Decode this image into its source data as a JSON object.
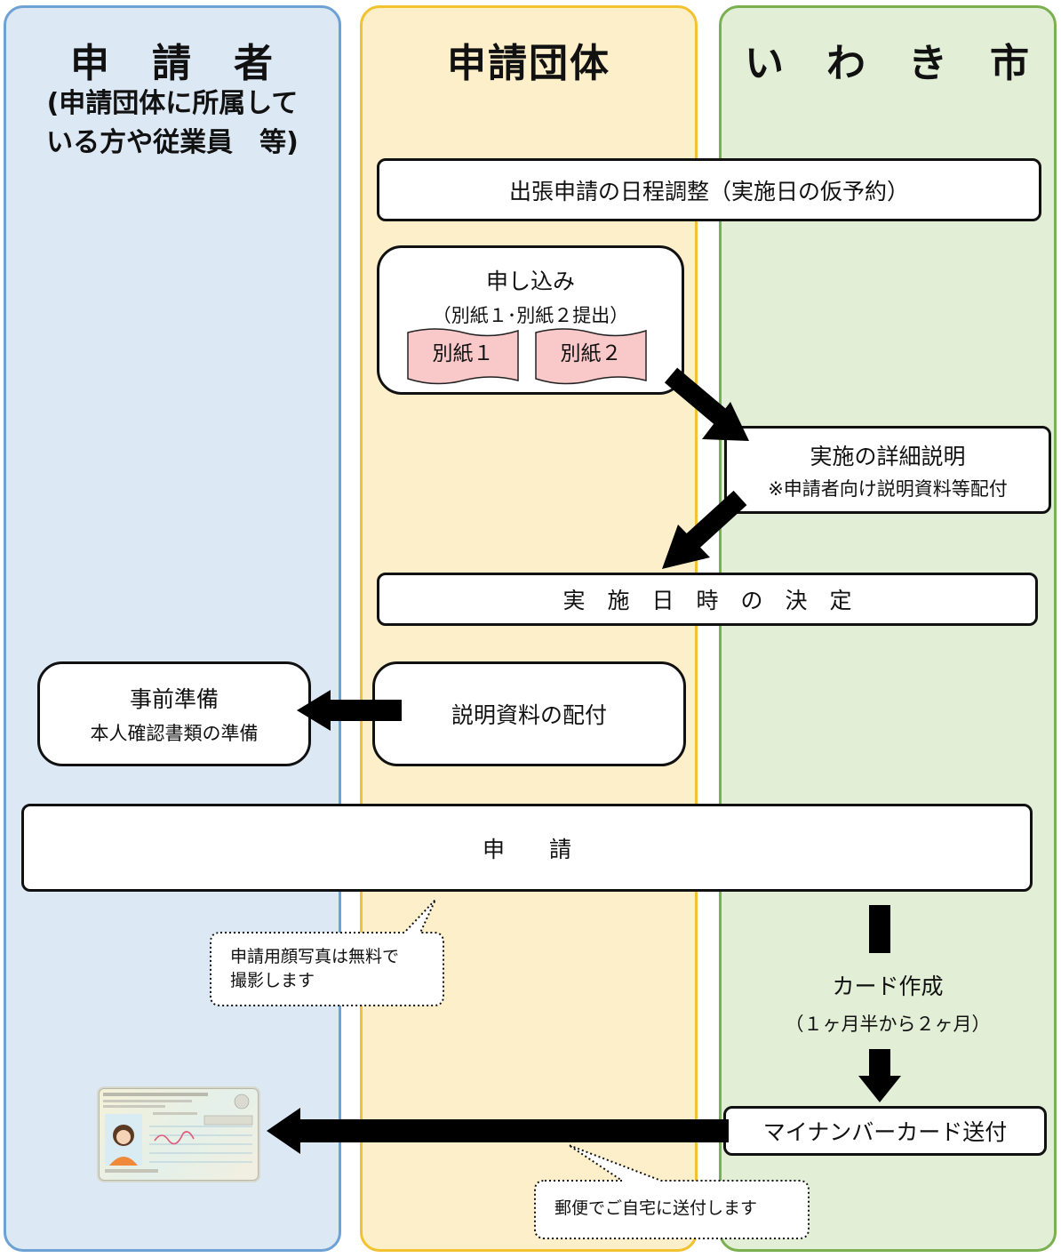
{
  "lanes": {
    "applicant": {
      "title": "申　請　者",
      "subtitle_line1": "(申請団体に所属して",
      "subtitle_line2": "いる方や従業員　等)"
    },
    "group": {
      "title": "申請団体"
    },
    "city": {
      "title": "い　わ　き　市"
    }
  },
  "steps": {
    "schedule": "出張申請の日程調整（実施日の仮予約）",
    "apply_title": "申し込み",
    "apply_sub": "（別紙１･別紙２提出）",
    "form1": "別紙１",
    "form2": "別紙２",
    "detail_title": "実施の詳細説明",
    "detail_sub": "※申請者向け説明資料等配付",
    "decide": "実　施　日　時　の　決　定",
    "prep_title": "事前準備",
    "prep_sub": "本人確認書類の準備",
    "distribute": "説明資料の配付",
    "application": "申　　請",
    "card_make": "カード作成",
    "card_period": "（１ヶ月半から２ヶ月）",
    "send": "マイナンバーカード送付"
  },
  "callouts": {
    "photo_line1": "申請用顔写真は無料で",
    "photo_line2": "撮影します",
    "mail": "郵便でご自宅に送付します"
  },
  "colors": {
    "applicant_lane": "#dde8f5",
    "applicant_border": "#6ea1d4",
    "group_lane": "#fdefc9",
    "group_border": "#f2c230",
    "city_lane": "#e2eed6",
    "city_border": "#7ab04f",
    "form_fill": "#f9c8c8"
  }
}
